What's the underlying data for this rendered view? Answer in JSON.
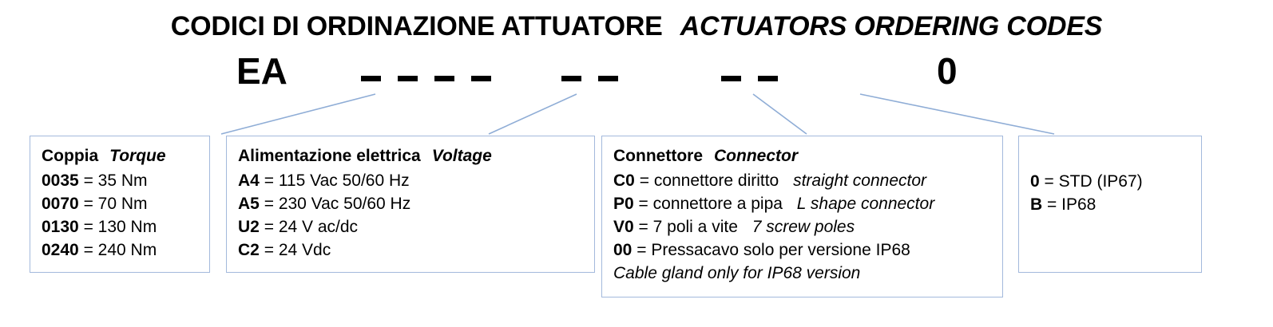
{
  "title": {
    "italian": "CODICI DI ORDINAZIONE ATTUATORE",
    "english": "ACTUATORS ORDERING CODES"
  },
  "code_pattern": {
    "prefix": "EA",
    "suffix": "0",
    "dash_groups": [
      4,
      2,
      2
    ],
    "dash_char": "-"
  },
  "boxes": [
    {
      "id": "torque",
      "head_it": "Coppia",
      "head_en": "Torque",
      "rows": [
        {
          "code": "0035",
          "eq": "=",
          "desc": "35 Nm",
          "en": ""
        },
        {
          "code": "0070",
          "eq": "=",
          "desc": "70 Nm",
          "en": ""
        },
        {
          "code": "0130",
          "eq": "=",
          "desc": "130 Nm",
          "en": ""
        },
        {
          "code": "0240",
          "eq": "=",
          "desc": "240 Nm",
          "en": ""
        }
      ]
    },
    {
      "id": "voltage",
      "head_it": "Alimentazione elettrica",
      "head_en": "Voltage",
      "rows": [
        {
          "code": "A4",
          "eq": "=",
          "desc": "115 Vac 50/60 Hz",
          "en": ""
        },
        {
          "code": "A5",
          "eq": "=",
          "desc": "230 Vac 50/60 Hz",
          "en": ""
        },
        {
          "code": "U2",
          "eq": "=",
          "desc": "24 V ac/dc",
          "en": ""
        },
        {
          "code": "C2",
          "eq": "=",
          "desc": "24 Vdc",
          "en": ""
        }
      ]
    },
    {
      "id": "connector",
      "head_it": "Connettore",
      "head_en": "Connector",
      "rows": [
        {
          "code": "C0",
          "eq": "=",
          "desc": "connettore diritto",
          "en": "straight connector"
        },
        {
          "code": "P0",
          "eq": "=",
          "desc": "connettore a pipa",
          "en": "L shape connector"
        },
        {
          "code": "V0",
          "eq": "=",
          "desc": "7 poli a vite",
          "en": "7 screw poles"
        },
        {
          "code": "00",
          "eq": "=",
          "desc": "Pressacavo solo per versione IP68",
          "en": ""
        }
      ],
      "note_en": "Cable gland only for IP68 version"
    },
    {
      "id": "protection",
      "head_it": "",
      "head_en": "",
      "rows": [
        {
          "code": "0",
          "eq": "=",
          "desc": "STD (IP67)",
          "en": ""
        },
        {
          "code": "B",
          "eq": "=",
          "desc": "IP68",
          "en": ""
        }
      ]
    }
  ],
  "colors": {
    "box_border": "#a3b9dc",
    "connector_line": "#8fadd6",
    "text": "#000000",
    "background": "#ffffff"
  }
}
